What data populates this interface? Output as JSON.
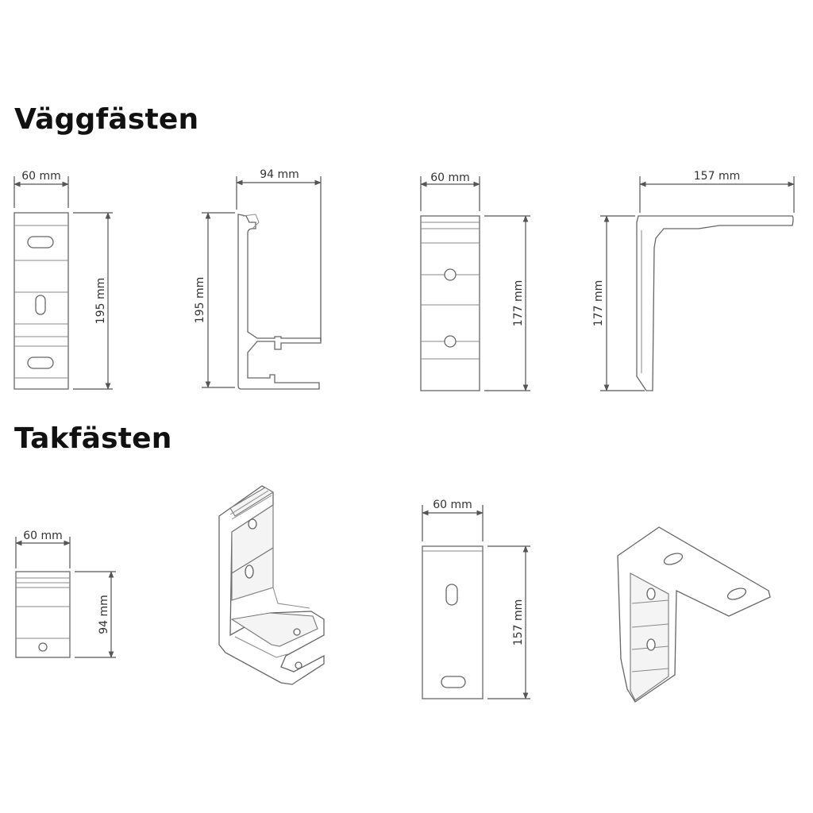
{
  "sections": {
    "wall_title": "Väggfästen",
    "ceiling_title": "Takfästen"
  },
  "wall": {
    "front_width": "60 mm",
    "front_height": "195 mm",
    "side_depth": "94 mm",
    "side_height": "195 mm",
    "front2_width": "60 mm",
    "front2_height": "177 mm",
    "side2_depth": "157 mm",
    "side2_height": "177 mm"
  },
  "ceiling": {
    "front_width": "60 mm",
    "front_height": "94 mm",
    "front2_width": "60 mm",
    "front2_height": "157 mm"
  },
  "colors": {
    "text": "#111111",
    "dim_text": "#333333",
    "line": "#555555"
  }
}
